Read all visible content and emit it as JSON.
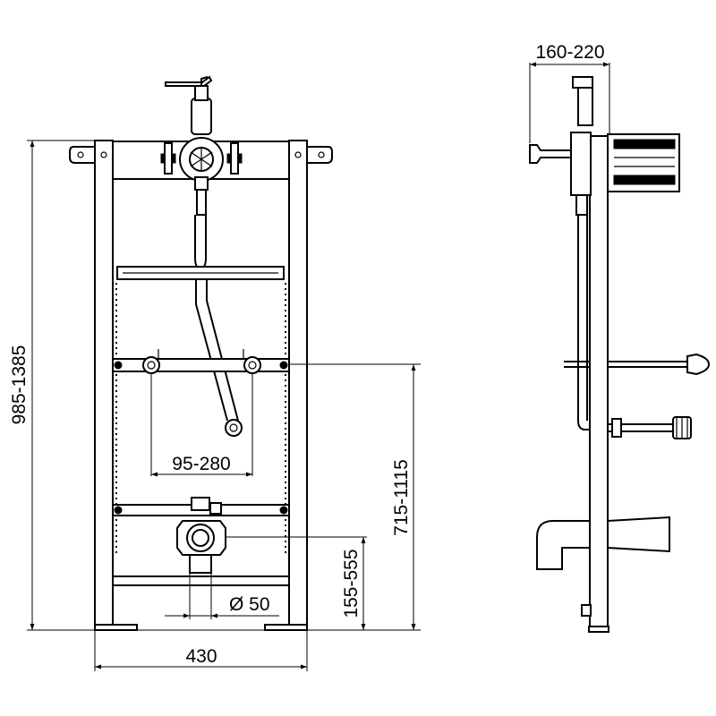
{
  "dimensions": {
    "total_height": "985-1385",
    "depth": "160-220",
    "bracket_spacing": "95-280",
    "connection_height": "715-1115",
    "drain_height": "155-555",
    "drain_diameter": "Ø 50",
    "frame_width": "430"
  }
}
